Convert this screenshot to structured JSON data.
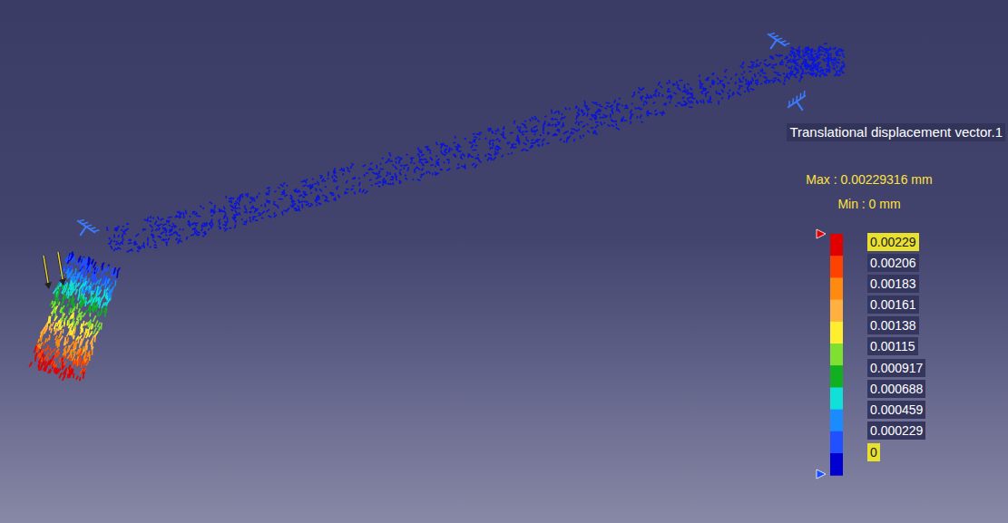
{
  "diagram": {
    "title": "Translational displacement vector.1",
    "labels": [
      "Max : 0.00229316 mm",
      "Min : 0 mm",
      "0.00229",
      "0.00206",
      "0.00183",
      "0.00161",
      "0.00138",
      "0.00115",
      "0.000917",
      "0.000688",
      "0.000459",
      "0.000229",
      "0"
    ]
  }
}
